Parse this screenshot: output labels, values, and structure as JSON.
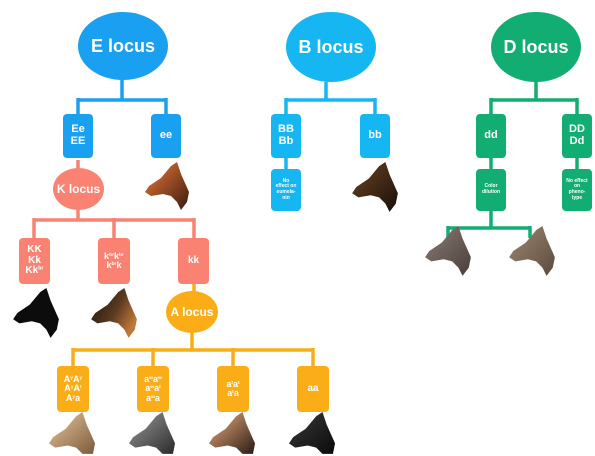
{
  "colors": {
    "e": "#1aa0f0",
    "b": "#16b6f2",
    "d": "#12ad73",
    "k": "#f98272",
    "a": "#fbad18"
  },
  "loci": {
    "e": {
      "title": "E locus",
      "left_genotypes": [
        "Ee",
        "EE"
      ],
      "right_genotype": "ee"
    },
    "b": {
      "title": "B locus",
      "left_genotypes": [
        "BB",
        "Bb"
      ],
      "right_genotype": "bb",
      "left_effect": [
        "No",
        "effect on",
        "eumela-",
        "nin"
      ]
    },
    "d": {
      "title": "D locus",
      "left_genotype": "dd",
      "right_genotypes": [
        "DD",
        "Dd"
      ],
      "left_effect": [
        "Color",
        "dilution"
      ],
      "right_effect": [
        "No effect",
        "on",
        "pheno-",
        "type"
      ]
    },
    "k": {
      "title": "K locus",
      "box1": [
        "KK",
        "Kk",
        "Kk^br"
      ],
      "box2": [
        "k^br k^br",
        "k^br k"
      ],
      "box3": "kk"
    },
    "a": {
      "title": "A locus",
      "box1": [
        "A^y A^y",
        "A^y A^t",
        "A^y a"
      ],
      "box2": [
        "a^w a^w",
        "a^w a^t",
        "a^w a"
      ],
      "box3": [
        "a^t a^t",
        "a^t a"
      ],
      "box4": "aa"
    }
  },
  "dogs": [
    "dog-icon-red-ee",
    "dog-icon-chocolate-bb",
    "dog-icon-dilute-1",
    "dog-icon-dilute-2",
    "dog-icon-black-kk",
    "dog-icon-brindle",
    "dog-icon-sable",
    "dog-icon-agouti",
    "dog-icon-tan-points",
    "dog-icon-recessive-black"
  ]
}
